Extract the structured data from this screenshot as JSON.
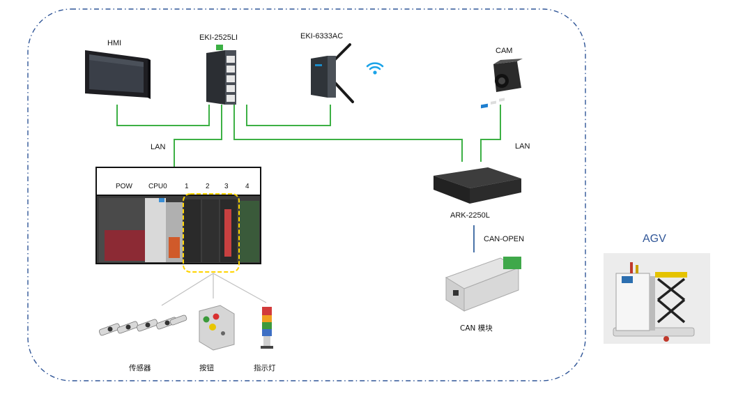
{
  "devices": {
    "hmi": "HMI",
    "switch": "EKI-2525LI",
    "ap": "EKI-6333AC",
    "cam": "CAM",
    "controller": "ARK-2250L",
    "can_module": "CAN 模块",
    "agv": "AGV"
  },
  "links": {
    "lan_left": "LAN",
    "lan_right": "LAN",
    "can_open": "CAN-OPEN"
  },
  "plc": {
    "slots": [
      "POW",
      "CPU0",
      "1",
      "2",
      "3",
      "4"
    ]
  },
  "field_devices": {
    "sensor": "传感器",
    "button": "按钮",
    "indicator": "指示灯"
  },
  "colors": {
    "wire": "#3cb044",
    "can_link": "#4a73a8",
    "boundary": "#2f5597",
    "highlight": "#ffd400",
    "agv_label": "#2f5597"
  }
}
